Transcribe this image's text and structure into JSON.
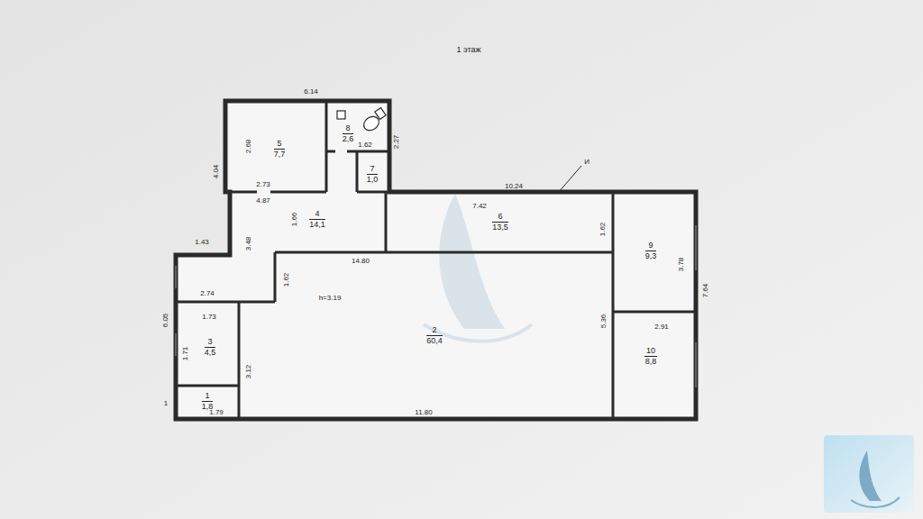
{
  "diagram": {
    "title": "1 этаж",
    "nodes": [
      {
        "text": [
          "1",
          "1,8"
        ]
      },
      {
        "text": [
          "2",
          "60,4"
        ]
      },
      {
        "text": [
          "3",
          "4,5"
        ]
      },
      {
        "text": [
          "4",
          "14,1"
        ]
      },
      {
        "text": [
          "5",
          "7,7"
        ]
      },
      {
        "text": [
          "6",
          "13,5"
        ]
      },
      {
        "text": [
          "7",
          "1,0"
        ]
      },
      {
        "text": [
          "8",
          "2,6"
        ]
      },
      {
        "text": [
          "9",
          "9,3"
        ]
      },
      {
        "text": [
          "10",
          "8,8"
        ]
      }
    ],
    "edges": [],
    "labels": [
      "6.14",
      "2.68",
      "2.73",
      "4.04",
      "1.62",
      "2.27",
      "И",
      "10.24",
      "7.42",
      "1.62",
      "4.87",
      "1.66",
      "1.43",
      "3.48",
      "14.80",
      "1.62",
      "3.78",
      "7.64",
      "2.74",
      "1.73",
      "6.05",
      "1.71",
      "3.12",
      "5.36",
      "2.91",
      "11.80",
      "1.79",
      "1",
      "h=3.19"
    ]
  }
}
